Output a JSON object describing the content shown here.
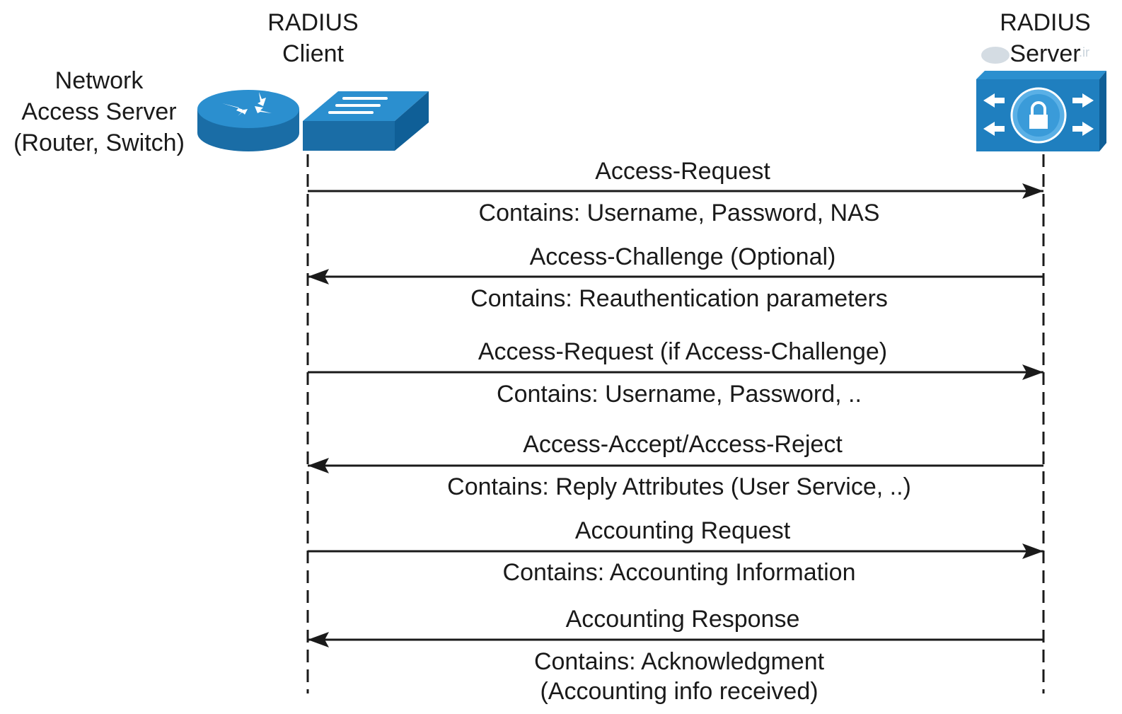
{
  "nas_label": [
    "Network",
    "Access Server",
    "(Router, Switch)"
  ],
  "client_label": [
    "RADIUS",
    "Client"
  ],
  "server_label": [
    "RADIUS",
    "Server"
  ],
  "watermark_text": ".ir",
  "colors": {
    "device": "#1f7fbf",
    "device_dark": "#0f5f97",
    "line": "#1a1a1a"
  },
  "messages": [
    {
      "title": "Access-Request",
      "contains": "Contains: Username, Password, NAS",
      "direction": "to-server"
    },
    {
      "title": "Access-Challenge (Optional)",
      "contains": "Contains: Reauthentication parameters",
      "direction": "to-client"
    },
    {
      "title": "Access-Request (if Access-Challenge)",
      "contains": "Contains: Username, Password, ..",
      "direction": "to-server"
    },
    {
      "title": "Access-Accept/Access-Reject",
      "contains": "Contains: Reply Attributes (User Service, ..)",
      "direction": "to-client"
    },
    {
      "title": "Accounting Request",
      "contains": "Contains: Accounting Information",
      "direction": "to-server"
    },
    {
      "title": "Accounting Response",
      "contains": "Contains: Acknowledgment",
      "contains2": "(Accounting info received)",
      "direction": "to-client"
    }
  ]
}
